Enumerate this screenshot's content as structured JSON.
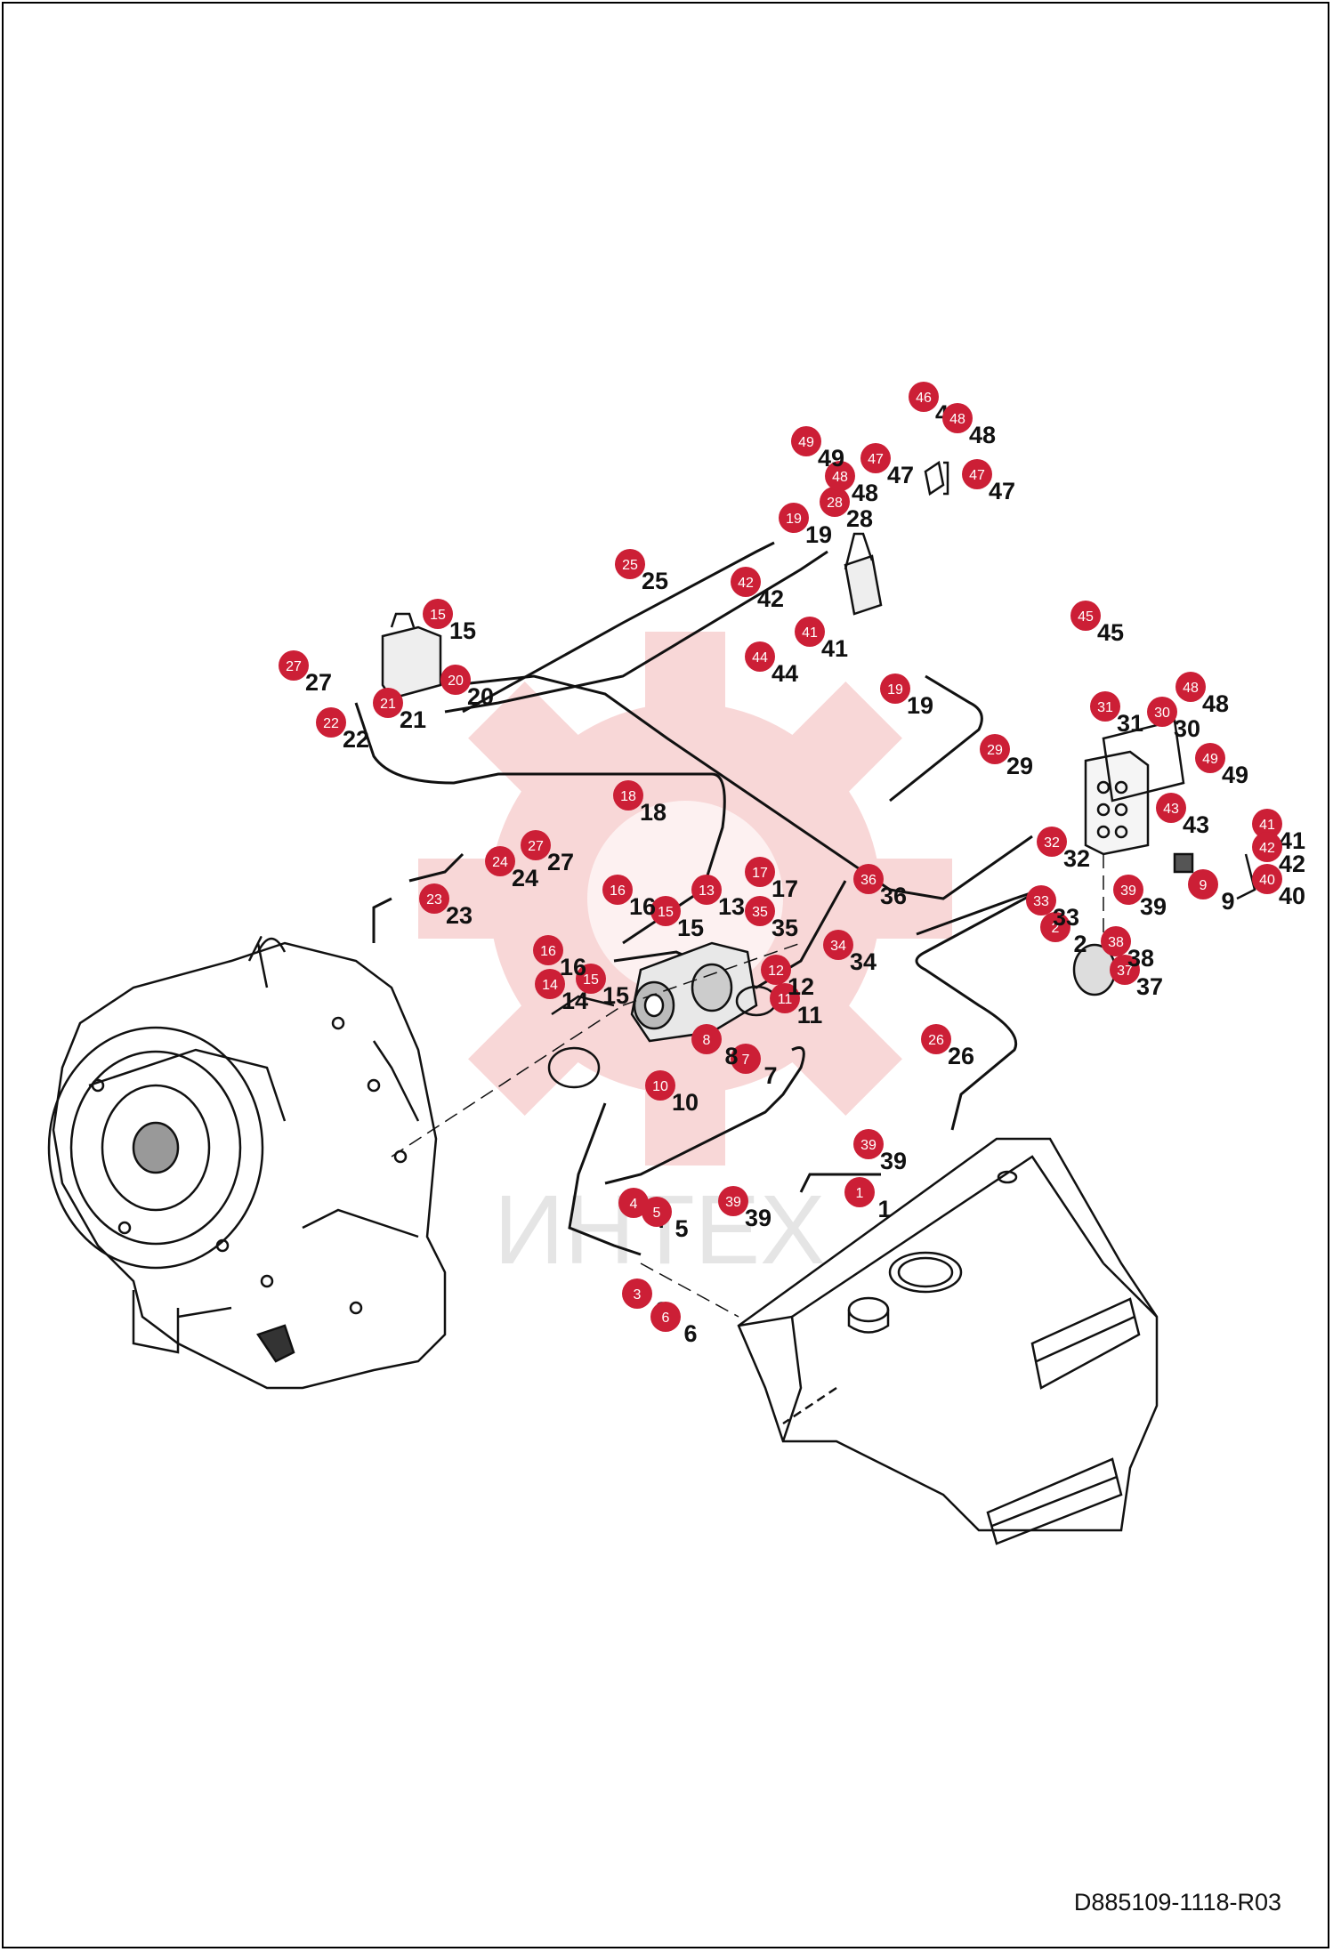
{
  "document_code": "D885109-1118-R03",
  "watermark_text": "ИНТЕХ",
  "colors": {
    "callout": "#cc1f36",
    "callout_text": "#ffffff",
    "line": "#111111",
    "watermark": "#f3c4c4"
  },
  "callouts": [
    {
      "n": "1"
    },
    {
      "n": "2"
    },
    {
      "n": "3"
    },
    {
      "n": "4"
    },
    {
      "n": "5"
    },
    {
      "n": "6"
    },
    {
      "n": "7"
    },
    {
      "n": "8"
    },
    {
      "n": "9"
    },
    {
      "n": "10"
    },
    {
      "n": "11"
    },
    {
      "n": "12"
    },
    {
      "n": "13"
    },
    {
      "n": "14"
    },
    {
      "n": "15"
    },
    {
      "n": "15"
    },
    {
      "n": "15"
    },
    {
      "n": "16"
    },
    {
      "n": "16"
    },
    {
      "n": "17"
    },
    {
      "n": "18"
    },
    {
      "n": "19"
    },
    {
      "n": "19"
    },
    {
      "n": "20"
    },
    {
      "n": "21"
    },
    {
      "n": "22"
    },
    {
      "n": "23"
    },
    {
      "n": "24"
    },
    {
      "n": "25"
    },
    {
      "n": "26"
    },
    {
      "n": "27"
    },
    {
      "n": "27"
    },
    {
      "n": "28"
    },
    {
      "n": "29"
    },
    {
      "n": "30"
    },
    {
      "n": "31"
    },
    {
      "n": "32"
    },
    {
      "n": "33"
    },
    {
      "n": "34"
    },
    {
      "n": "35"
    },
    {
      "n": "36"
    },
    {
      "n": "37"
    },
    {
      "n": "38"
    },
    {
      "n": "39"
    },
    {
      "n": "39"
    },
    {
      "n": "39"
    },
    {
      "n": "40"
    },
    {
      "n": "41"
    },
    {
      "n": "41"
    },
    {
      "n": "42"
    },
    {
      "n": "42"
    },
    {
      "n": "43"
    },
    {
      "n": "44"
    },
    {
      "n": "45"
    },
    {
      "n": "46"
    },
    {
      "n": "47"
    },
    {
      "n": "47"
    },
    {
      "n": "48"
    },
    {
      "n": "48"
    },
    {
      "n": "48"
    },
    {
      "n": "49"
    },
    {
      "n": "49"
    }
  ]
}
